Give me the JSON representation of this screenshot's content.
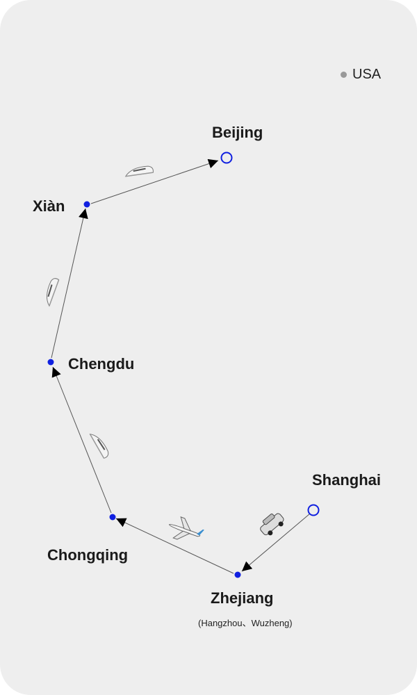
{
  "legend": {
    "label": "USA",
    "color": "#999999"
  },
  "cities": {
    "beijing": "Beijing",
    "xian": "Xiàn",
    "chengdu": "Chengdu",
    "chongqing": "Chongqing",
    "zhejiang": "Zhejiang",
    "zhejiang_sub": "(Hangzhou、Wuzheng)",
    "shanghai": "Shanghai"
  },
  "route": [
    {
      "from": "Shanghai",
      "to": "Zhejiang",
      "mode": "car-icon"
    },
    {
      "from": "Zhejiang",
      "to": "Chongqing",
      "mode": "airplane-icon"
    },
    {
      "from": "Chongqing",
      "to": "Chengdu",
      "mode": "train-icon"
    },
    {
      "from": "Chengdu",
      "to": "Xiàn",
      "mode": "train-icon"
    },
    {
      "from": "Xiàn",
      "to": "Beijing",
      "mode": "train-icon"
    }
  ],
  "colors": {
    "point": "#1020e0",
    "line": "#555555",
    "background": "#eeeeee"
  }
}
